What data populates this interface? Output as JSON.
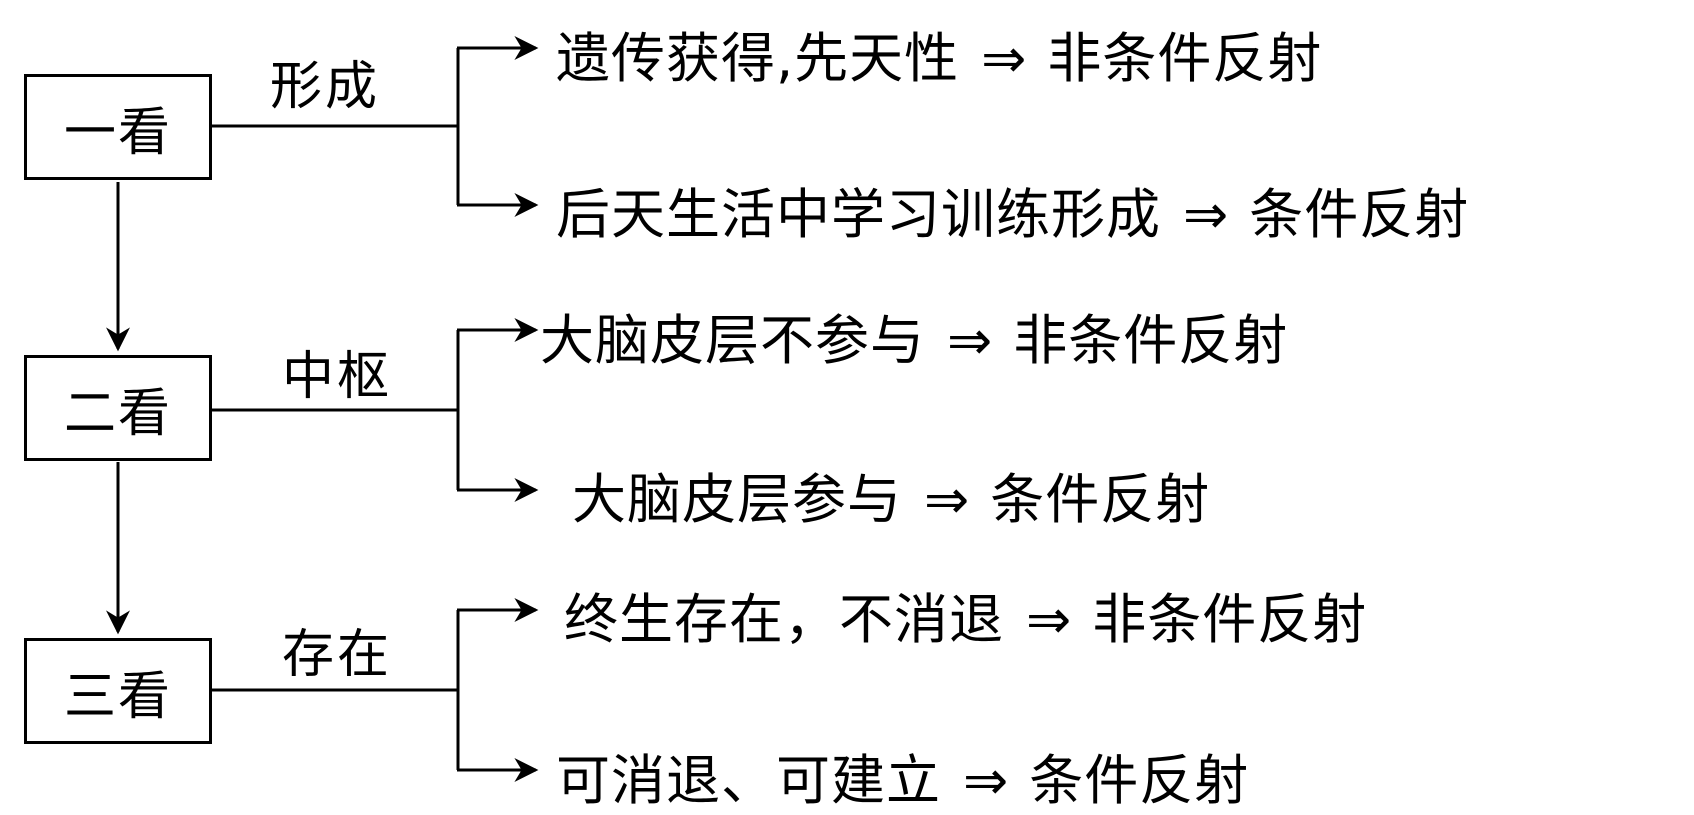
{
  "steps": [
    {
      "box": "一看",
      "criterion": "形成",
      "branches": [
        {
          "condition": "遗传获得,先天性",
          "result": "非条件反射"
        },
        {
          "condition": "后天生活中学习训练形成",
          "result": "条件反射"
        }
      ]
    },
    {
      "box": "二看",
      "criterion": "中枢",
      "branches": [
        {
          "condition": "大脑皮层不参与",
          "result": "非条件反射"
        },
        {
          "condition": "大脑皮层参与",
          "result": "条件反射"
        }
      ]
    },
    {
      "box": "三看",
      "criterion": "存在",
      "branches": [
        {
          "condition": "终生存在，不消退",
          "result": "非条件反射"
        },
        {
          "condition": "可消退、可建立",
          "result": "条件反射"
        }
      ]
    }
  ],
  "implies_symbol": "⇒"
}
